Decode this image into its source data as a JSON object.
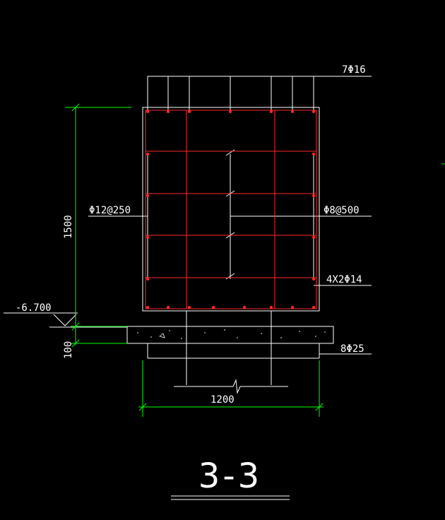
{
  "drawing": {
    "section_title": "3-3",
    "colors": {
      "background": "#000000",
      "outline": "#ffffff",
      "rebar": "#ff2a2a",
      "dimension": "#00ff00"
    }
  },
  "labels": {
    "top_bars": "7Φ16",
    "side_stirrup": "Φ12@250",
    "right_tie": "Φ8@500",
    "mid_bars": "4X2Φ14",
    "bottom_bars": "8Φ25",
    "elevation": "-6.700",
    "height_dim": "1500",
    "base_dim": "100",
    "width_dim": "1200"
  }
}
